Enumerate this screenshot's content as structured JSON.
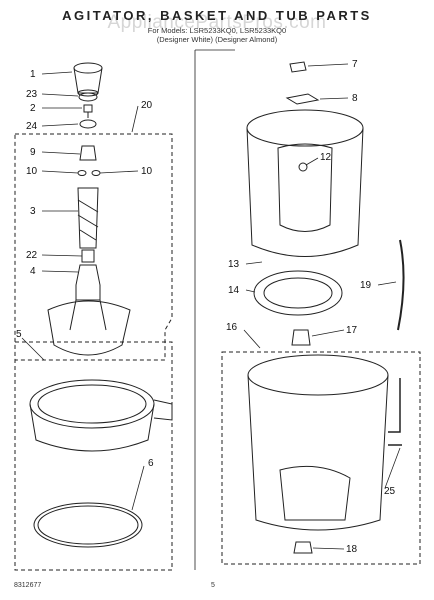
{
  "header": {
    "title": "AGITATOR, BASKET AND TUB PARTS",
    "watermark": "AppliancePartsPros.com",
    "models": "For Models: LSR5233KQ0, LSR5233KQ0",
    "designer": "(Designer White)    (Designer Almond)"
  },
  "footer": {
    "doc_number": "8312677",
    "page_number": "5"
  },
  "callouts": [
    "1",
    "23",
    "2",
    "24",
    "20",
    "9",
    "10",
    "10",
    "3",
    "22",
    "4",
    "5",
    "6",
    "7",
    "8",
    "12",
    "13",
    "14",
    "19",
    "16",
    "17",
    "25",
    "18"
  ],
  "colors": {
    "line": "#222222",
    "dash": "#333333",
    "watermark": "#c9c9c9"
  }
}
